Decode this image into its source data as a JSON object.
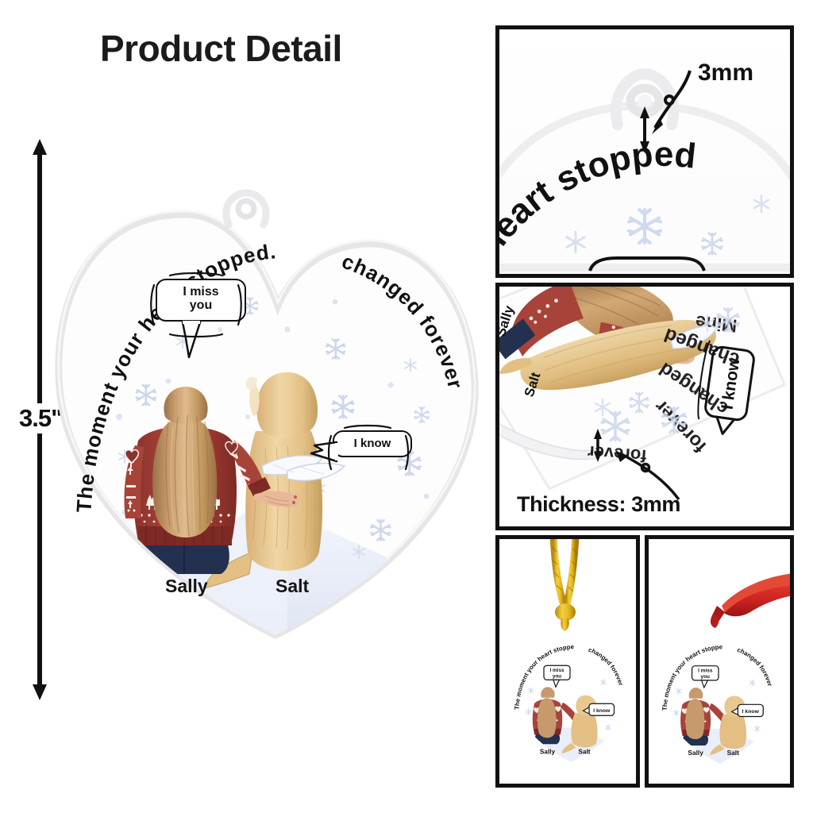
{
  "header": {
    "title": "Product Detail"
  },
  "dimension": {
    "height_label": "3.5\"",
    "arrow_name": "vertical-dimension-arrow"
  },
  "ornament": {
    "shape": "heart",
    "material": "acrylic",
    "curved_text": {
      "full": "The moment your heart stopped. Mine changed forever",
      "left_segment": "The moment your heart stopped. Mine",
      "right_segment": "changed forever"
    },
    "bubbles": [
      {
        "id": "person-bubble",
        "line1": "I miss",
        "line2": "you"
      },
      {
        "id": "pet-bubble",
        "line1": "I know",
        "line2": ""
      }
    ],
    "names": {
      "person": "Sally",
      "pet": "Salt"
    },
    "scene": {
      "person_description": "woman-from-behind-long-hair",
      "pet_description": "golden-retriever-with-angel-wings",
      "ground": "snow-mound",
      "decor": "falling-snowflakes"
    }
  },
  "panels": {
    "top": {
      "name": "hanger-hole-closeup",
      "annotation": "3mm",
      "visible_text": "heart stopped"
    },
    "middle": {
      "name": "thickness-angle-view",
      "annotation": "Thickness: 3mm",
      "visible_text_fragments": [
        "Sally",
        "Salt",
        "I know",
        "Mine",
        "changed",
        "forever"
      ]
    },
    "bottom_left": {
      "name": "hanging-with-gold-cord",
      "accessory": "gold-twisted-cord"
    },
    "bottom_right": {
      "name": "hanging-with-red-ribbon",
      "accessory": "red-ribbon"
    }
  },
  "colors": {
    "sweater": "#9e3b34",
    "sweater_dark": "#7d2a25",
    "jeans": "#23304f",
    "hair": "#c69a6d",
    "hair_dark": "#9e7348",
    "dog": "#e8c88f",
    "dog_dark": "#c9a264",
    "snow": "#e8ecf7",
    "snowflake": "#ccd6ec",
    "acrylic_edge": "#e4e4e4",
    "ink": "#111111",
    "gold_cord": "#e0b21f",
    "red_ribbon": "#cc2222",
    "skin": "#e8b89a"
  }
}
